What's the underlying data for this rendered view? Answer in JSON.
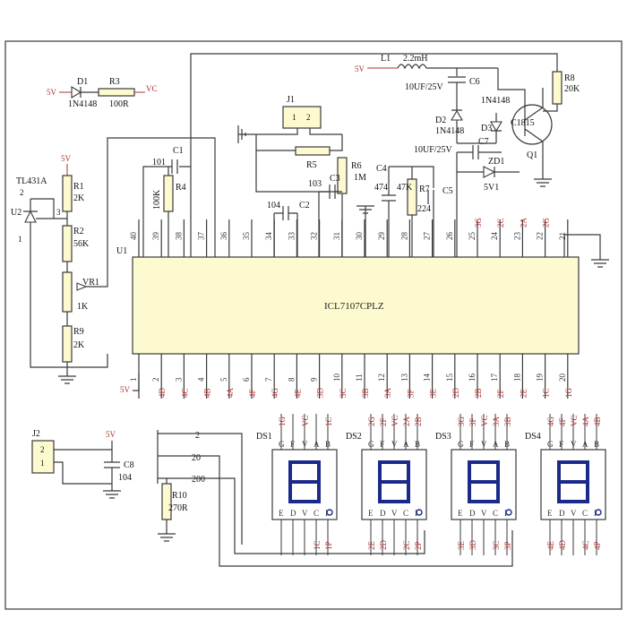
{
  "ic": {
    "ref": "U1",
    "part": "ICL7107CPLZ",
    "top_pins": [
      "40",
      "39",
      "38",
      "37",
      "36",
      "35",
      "34",
      "33",
      "32",
      "31",
      "30",
      "29",
      "28",
      "27",
      "26",
      "25",
      "24",
      "23",
      "22",
      "21"
    ],
    "bottom_pins": [
      "1",
      "2",
      "3",
      "4",
      "5",
      "6",
      "7",
      "8",
      "9",
      "10",
      "11",
      "12",
      "13",
      "14",
      "15",
      "16",
      "17",
      "18",
      "19",
      "20"
    ],
    "top_nets": [
      "",
      "",
      "",
      "",
      "",
      "",
      "",
      "",
      "",
      "",
      "",
      "",
      "",
      "",
      "",
      "3G",
      "2C",
      "2A",
      "2G",
      ""
    ],
    "bottom_nets": [
      "",
      "4D",
      "4C",
      "4B",
      "4A",
      "4F",
      "4G",
      "4E",
      "3D",
      "3C",
      "3B",
      "3A",
      "3F",
      "3E",
      "2D",
      "2B",
      "2F",
      "2E",
      "1C",
      "1G"
    ]
  },
  "power": {
    "v5": "5V",
    "vc": "VC"
  },
  "parts": {
    "d1": {
      "ref": "D1",
      "val": "1N4148"
    },
    "r3": {
      "ref": "R3",
      "val": "100R"
    },
    "j1": {
      "ref": "J1",
      "p1": "1",
      "p2": "2"
    },
    "c1": {
      "ref": "C1",
      "val": "101"
    },
    "r4": {
      "ref": "R4",
      "val": "100K"
    },
    "r5": {
      "ref": "R5"
    },
    "r6": {
      "ref": "R6",
      "val": "1M"
    },
    "c3": {
      "ref": "C3",
      "val": "103"
    },
    "c2": {
      "ref": "C2",
      "val": "104"
    },
    "c4": {
      "ref": "C4",
      "val": "474"
    },
    "r7": {
      "ref": "R7",
      "val": "47K"
    },
    "c5": {
      "ref": "C5",
      "val": "224"
    },
    "l1": {
      "ref": "L1",
      "val": "2.2mH"
    },
    "c6": {
      "ref": "C6",
      "val": "10UF/25V"
    },
    "d2": {
      "ref": "D2",
      "val": "1N4148"
    },
    "d3": {
      "ref": "D3",
      "val": "1N4148"
    },
    "c7": {
      "ref": "C7",
      "val": "10UF/25V"
    },
    "zd1": {
      "ref": "ZD1",
      "val": "5V1"
    },
    "q1": {
      "ref": "Q1",
      "val": "C1815"
    },
    "r8": {
      "ref": "R8",
      "val": "20K"
    },
    "u2": {
      "ref": "U2",
      "val": "TL431A",
      "p1": "1",
      "p2": "2",
      "p3": "3"
    },
    "r1": {
      "ref": "R1",
      "val": "2K"
    },
    "r2": {
      "ref": "R2",
      "val": "56K"
    },
    "vr1": {
      "ref": "VR1",
      "val": "1K"
    },
    "r9": {
      "ref": "R9",
      "val": "2K"
    },
    "j2": {
      "ref": "J2",
      "p2": "2",
      "p1": "1"
    },
    "c8": {
      "ref": "C8",
      "val": "104"
    },
    "r10": {
      "ref": "R10",
      "val": "270R"
    },
    "dp": {
      "a": "2",
      "b": "20",
      "c": "200"
    }
  },
  "displays": [
    {
      "ref": "DS1",
      "top_nets": [
        "1G",
        "",
        "VC",
        "",
        "1C"
      ]
    },
    {
      "ref": "DS2",
      "top_nets": [
        "2G",
        "2F",
        "VC",
        "2A",
        "2B"
      ]
    },
    {
      "ref": "DS3",
      "top_nets": [
        "3G",
        "3F",
        "VC",
        "3A",
        "3B"
      ]
    },
    {
      "ref": "DS4",
      "top_nets": [
        "4G",
        "4F",
        "VC",
        "4A",
        "4B"
      ]
    }
  ],
  "display_pins": {
    "top": [
      "G",
      "F",
      "V",
      "A",
      "B"
    ],
    "bottom": [
      "E",
      "D",
      "V",
      "C",
      "P"
    ]
  },
  "display_bottom_nets": [
    [
      "",
      "",
      "",
      "1C",
      "1P"
    ],
    [
      "2E",
      "2D",
      "",
      "2C",
      "2P"
    ],
    [
      "3E",
      "3D",
      "",
      "3C",
      "3P"
    ],
    [
      "4E",
      "4D",
      "",
      "4C",
      "4P"
    ]
  ]
}
